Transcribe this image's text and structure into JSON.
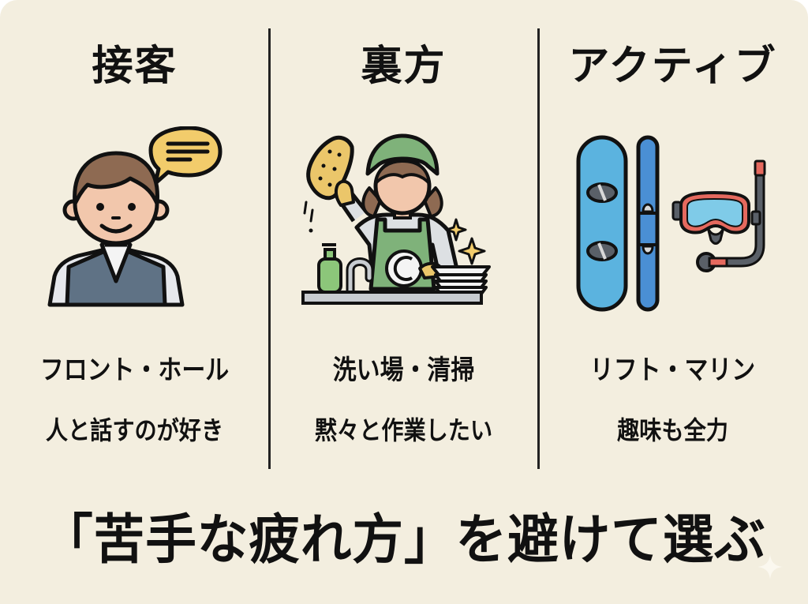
{
  "columns": [
    {
      "title": "接客",
      "role": "フロント・ホール",
      "description": "人と話すのが好き",
      "icon": "receptionist-speech-icon"
    },
    {
      "title": "裏方",
      "role": "洗い場・清掃",
      "description": "黙々と作業したい",
      "icon": "dishwasher-worker-icon"
    },
    {
      "title": "アクティブ",
      "role": "リフト・マリン",
      "description": "趣味も全力",
      "icon": "snowboard-ski-snorkel-icon"
    }
  ],
  "footer": {
    "headline": "「苦手な疲れ方」を避けて選ぶ"
  },
  "colors": {
    "background": "#F3EEDF",
    "text": "#111111",
    "divider": "#222222",
    "speech_bubble": "#F2CC6B",
    "vest": "#5F7285",
    "apron": "#7FB27A",
    "snowboard": "#5BB3DF",
    "ski": "#4A8FD4",
    "mask_frame": "#E5695E"
  }
}
